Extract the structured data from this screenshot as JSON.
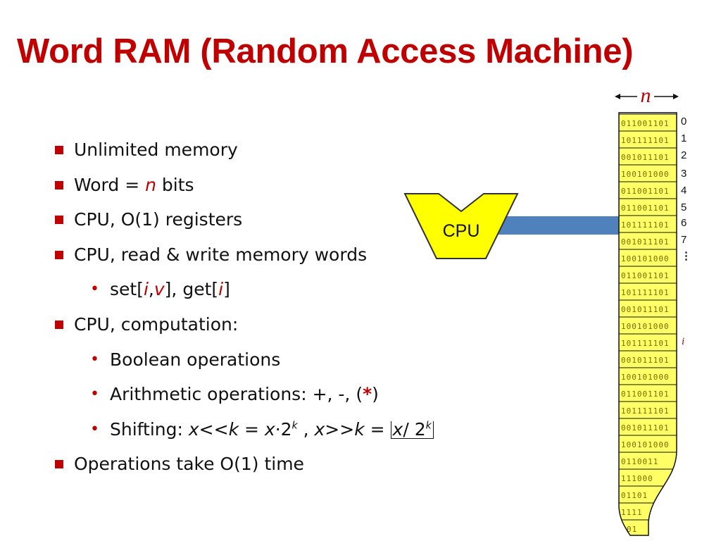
{
  "title": "Word RAM (Random Access Machine)",
  "bullets": {
    "b1": "Unlimited memory",
    "b2_pre": "Word = ",
    "b2_var": "n",
    "b2_post": " bits",
    "b3": "CPU, O(1) registers",
    "b4": "CPU, read & write memory words",
    "b4_1": {
      "set": "set[",
      "i": "i",
      "comma": ",",
      "v": "v",
      "mid": "], get[",
      "i2": "i",
      "end": "]"
    },
    "b5": "CPU, computation:",
    "b5_1": "Boolean operations",
    "b5_2": {
      "text": "Arithmetic operations: +, -, (",
      "star": "*",
      "close": ")"
    },
    "b5_3": {
      "label": "Shifting: ",
      "x1": "x",
      "ltlt": "<<",
      "k1": "k",
      "eq1": " = ",
      "x2": "x",
      "dot": "·2",
      "k2": "k",
      "sep": " ,  ",
      "x3": "x",
      "gtgt": ">>",
      "k3": "k",
      "eq2": " = ",
      "x4": "x",
      "div": "/ 2",
      "k4": "k"
    },
    "b6": "Operations take O(1) time"
  },
  "cpu_label": "CPU",
  "n_label": "n",
  "memory_words": [
    "011001101",
    "101111101",
    "001011101",
    "100101000",
    "011001101",
    "011001101",
    "101111101",
    "001011101",
    "100101000",
    "011001101",
    "101111101",
    "001011101",
    "100101000",
    "101111101",
    "001011101",
    "100101000",
    "011001101",
    "101111101",
    "001011101",
    "100101000",
    "0110011",
    "111000",
    "01101",
    "1111",
    "01"
  ],
  "indices": [
    "0",
    "1",
    "2",
    "3",
    "4",
    "5",
    "6",
    "7"
  ],
  "ellipsis": "⋮",
  "i_marker": "i",
  "colors": {
    "accent": "#c00000",
    "cpu_fill": "#ffff00",
    "memory_fill": "#ffff66",
    "bus": "#4f81bd"
  }
}
